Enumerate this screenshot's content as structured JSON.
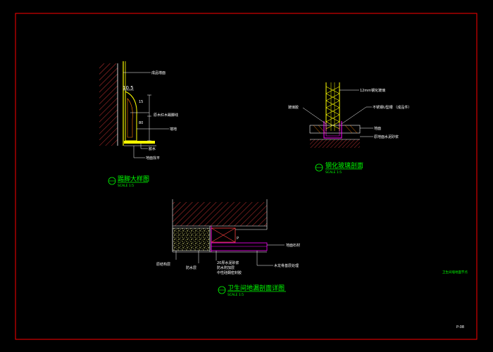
{
  "colors": {
    "background": "#000000",
    "border": "#ff0000",
    "titles": "#00ff00",
    "wood": "#ffff00",
    "hatch": "#ff4040",
    "leaders": "#ffffff",
    "metal": "#ff00ff",
    "concrete": "#ffff80"
  },
  "detail_1": {
    "title": "踢脚大样图",
    "scale": "SCALE 1:5",
    "dim_top": "10.5",
    "dim_a": "15",
    "dim_b": "80",
    "callouts": [
      "成品墙面",
      "原木红木踢脚线",
      "墙地",
      "胶水",
      "地面找平"
    ]
  },
  "detail_2": {
    "title": "钢化玻璃剖面",
    "scale": "SCALE 1:5",
    "callouts": [
      "12mm钢化玻璃",
      "玻璃胶",
      "不锈钢U型槽 （成品件）",
      "地面",
      "原地面水泥砂浆"
    ]
  },
  "detail_3": {
    "title": "卫生间地漏剖面详图",
    "scale": "SCALE 1:5",
    "callouts": [
      "地面石材",
      "原结构层",
      "防水层",
      "20厚水泥砂浆",
      "防水附加层",
      "中性硅酮密封胶",
      "木龙骨基层处理"
    ],
    "mark": "P"
  },
  "sheet_note": "卫生间墙地面节点",
  "page_no": "P-08"
}
